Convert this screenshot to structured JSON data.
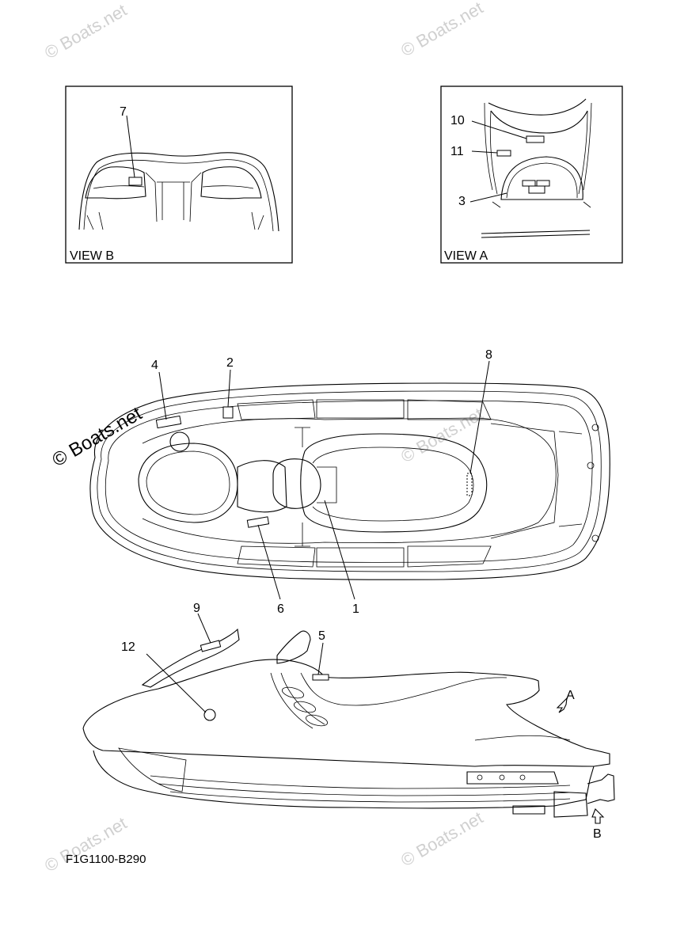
{
  "watermark": {
    "text": "© Boats.net"
  },
  "views": {
    "view_b": {
      "title": "VIEW B",
      "callout": "7"
    },
    "view_a": {
      "title": "VIEW A",
      "callouts": [
        "10",
        "11",
        "3"
      ]
    }
  },
  "top_view": {
    "callouts": [
      "4",
      "2",
      "8",
      "6",
      "1"
    ]
  },
  "side_view": {
    "callouts": [
      "9",
      "5",
      "12",
      "A",
      "B"
    ]
  },
  "drawing_code": "F1G1100-B290"
}
